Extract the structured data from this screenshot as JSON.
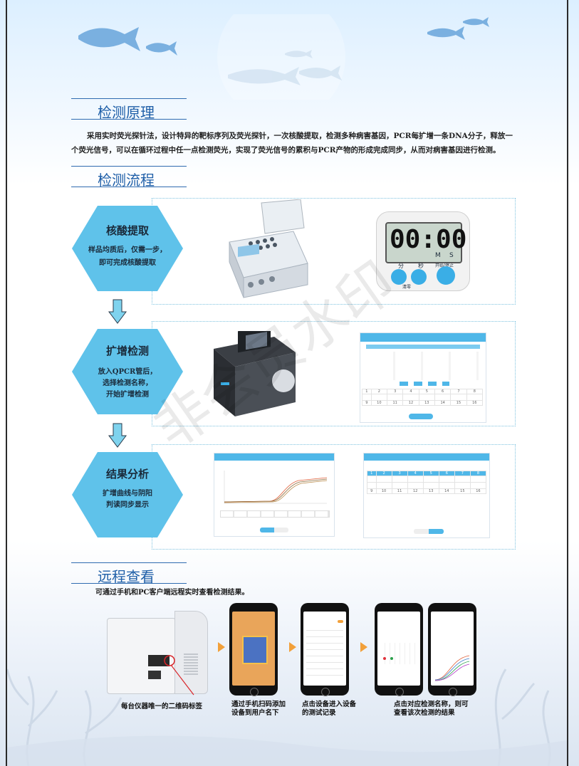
{
  "sections": {
    "principle": {
      "title": "检测原理",
      "text": "采用实时荧光探针法，设计特异的靶标序列及荧光探针，一次核酸提取，检测多种病害基因，PCR每扩增一条DNA分子，释放一个荧光信号，可以在循环过程中任一点检测荧光，实现了荧光信号的累积与PCR产物的形成完成同步，从而对病害基因进行检测。"
    },
    "process": {
      "title": "检测流程",
      "steps": [
        {
          "title": "核酸提取",
          "desc_line1": "样品均质后，仅需一步，",
          "desc_line2": "即可完成核酸提取"
        },
        {
          "title": "扩增检测",
          "desc_line1": "放入QPCR管后，",
          "desc_line2": "选择检测名称，",
          "desc_line3": "开始扩增检测"
        },
        {
          "title": "结果分析",
          "desc_line1": "扩增曲线与阴阳",
          "desc_line2": "判读同步显示"
        }
      ]
    },
    "remote": {
      "title": "远程查看",
      "text": "可通过手机和PC客户端远程实时查看检测结果。",
      "captions": {
        "device": "每台仪器唯一的二维码标签",
        "scan_line1": "通过手机扫码添加",
        "scan_line2": "设备到用户名下",
        "record_line1": "点击设备进入设备",
        "record_line2": "的测试记录",
        "result_line1": "点击对应检测名称，则可",
        "result_line2": "查看该次检测的结果"
      }
    }
  },
  "timer": {
    "digits": "00:00",
    "m_label": "M",
    "s_label": "S",
    "btn_min": "分",
    "btn_sec": "秒",
    "btn_start": "开始/停止",
    "clear": "清零"
  },
  "watermark": "非会员水印",
  "plate_numbers": [
    "1",
    "2",
    "3",
    "4",
    "5",
    "6",
    "7",
    "8"
  ],
  "plate_numbers_b": [
    "9",
    "10",
    "11",
    "12",
    "13",
    "14",
    "15",
    "16"
  ],
  "colors": {
    "accent": "#1f5fa8",
    "hex_fill": "#5fc2ea",
    "arrow_fill": "#7fd3ee",
    "orange": "#f2a03a"
  }
}
